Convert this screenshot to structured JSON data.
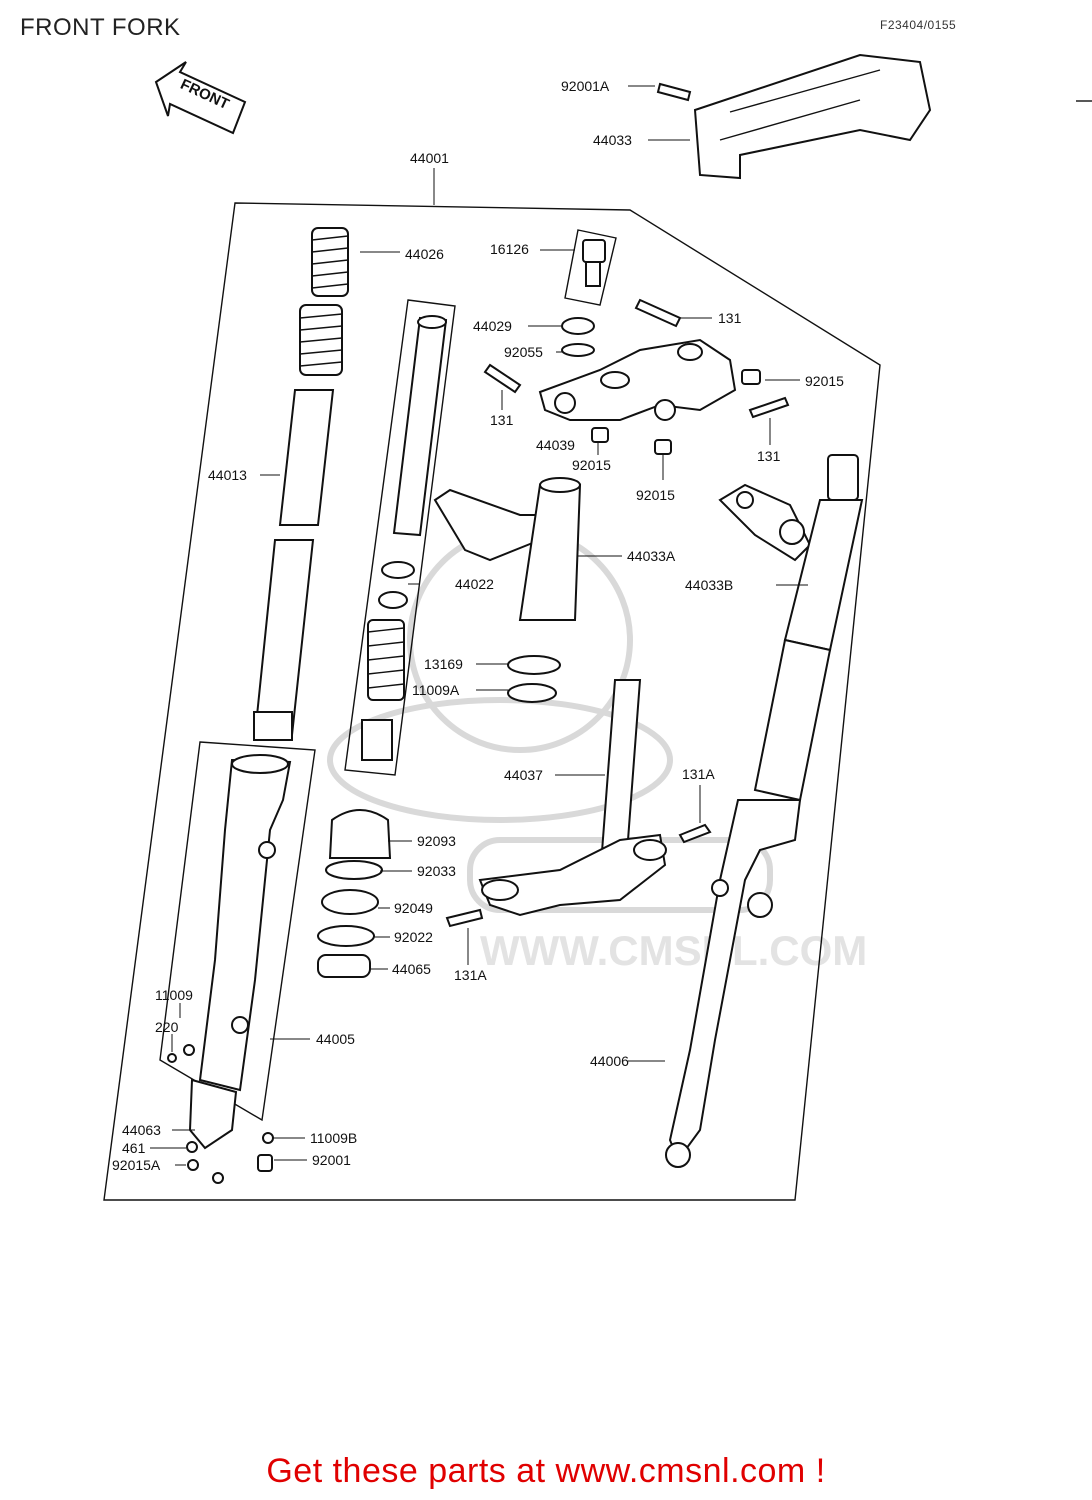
{
  "title": "FRONT FORK",
  "diagram_code": "F23404/0155",
  "front_arrow_label": "FRONT",
  "watermark": "WWW.CMSNL.COM",
  "footer": "Get these parts at www.cmsnl.com !",
  "parts": {
    "p92001A": "92001A",
    "p44033": "44033",
    "p44001": "44001",
    "p44026": "44026",
    "p16126": "16126",
    "p131_a": "131",
    "p44029": "44029",
    "p92055": "92055",
    "p92015_a": "92015",
    "p131_b": "131",
    "p44039": "44039",
    "p92015_b": "92015",
    "p131_c": "131",
    "p92015_c": "92015",
    "p44013": "44013",
    "p44033A": "44033A",
    "p44033B": "44033B",
    "p44022": "44022",
    "p13169": "13169",
    "p11009A": "11009A",
    "p44037": "44037",
    "p131A_a": "131A",
    "p92093": "92093",
    "p92033": "92033",
    "p92049": "92049",
    "p92022": "92022",
    "p44065": "44065",
    "p131A_b": "131A",
    "p11009": "11009",
    "p220": "220",
    "p44005": "44005",
    "p44006": "44006",
    "p44063": "44063",
    "p461": "461",
    "p92015A": "92015A",
    "p11009B": "11009B",
    "p92001": "92001"
  }
}
